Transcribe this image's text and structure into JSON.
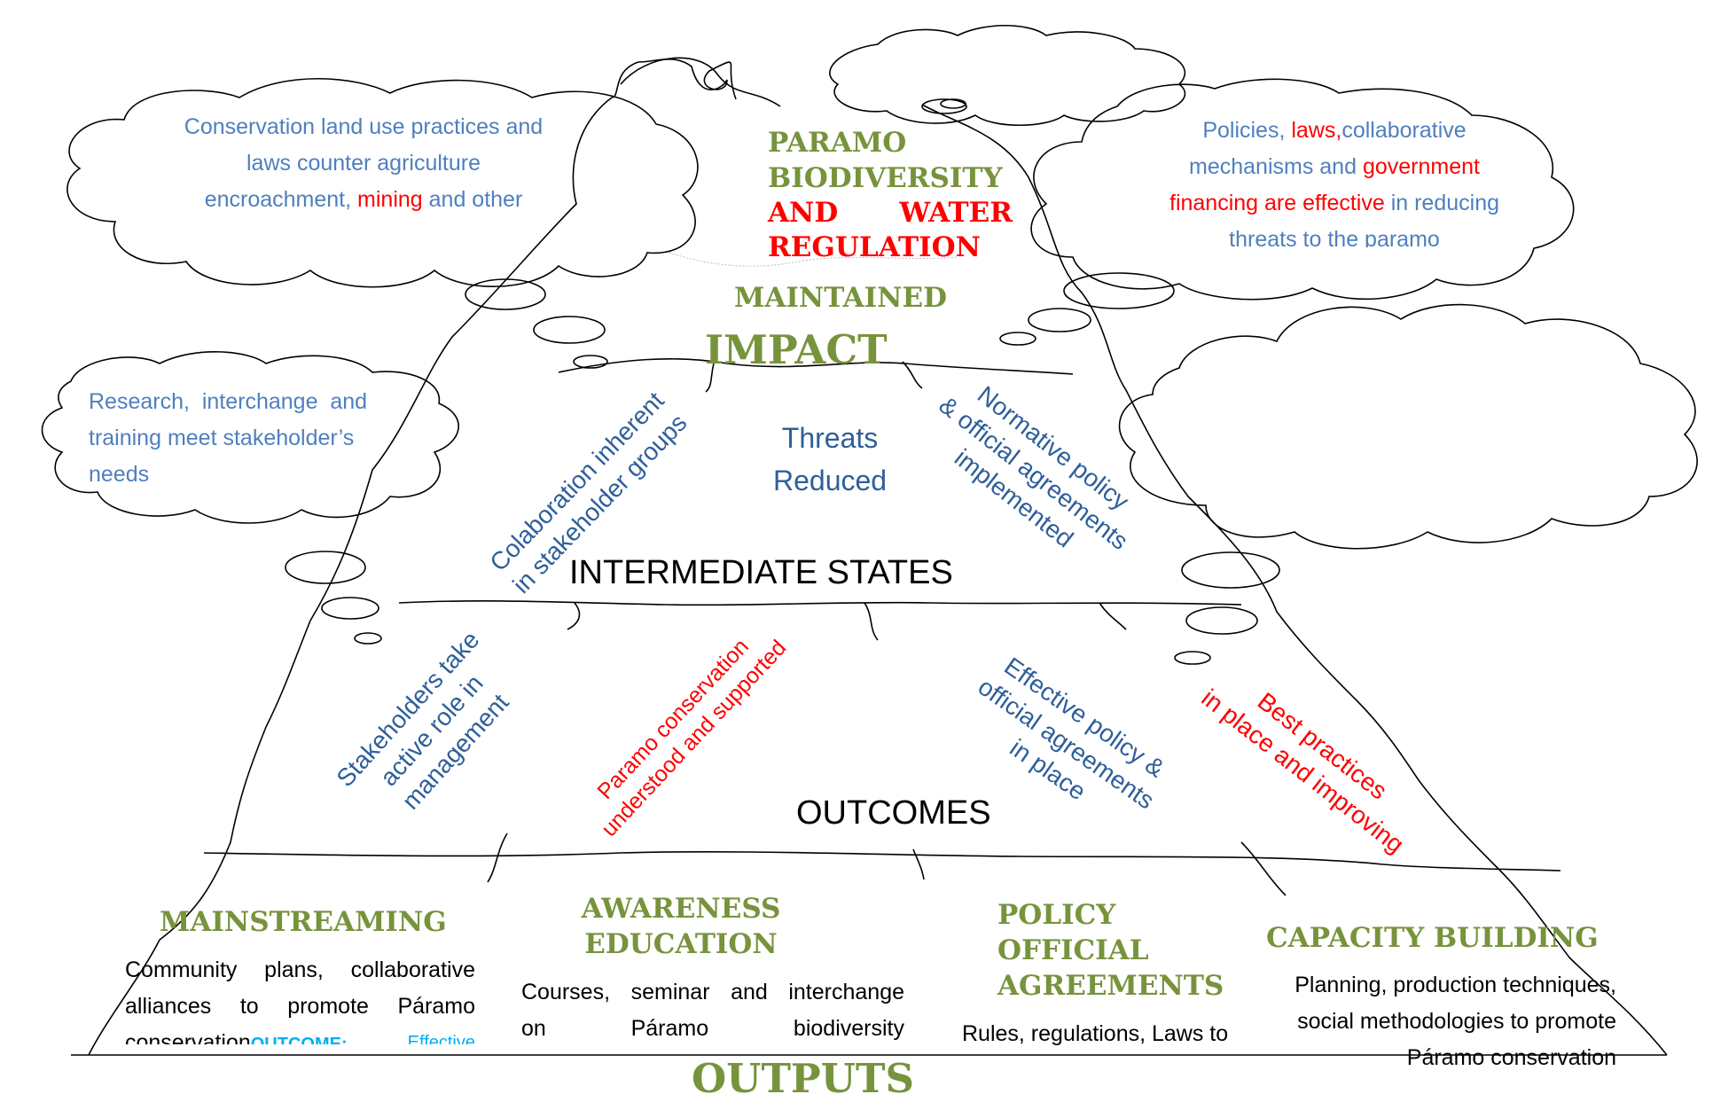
{
  "impact": {
    "heading": "IMPACT",
    "goal_line1": "PARAMO",
    "goal_line2": "BIODIVERSITY",
    "goal_line3_a": "AND",
    "goal_line3_b": "WATER",
    "goal_line4": "REGULATION",
    "goal_line5": "MAINTAINED"
  },
  "clouds": {
    "top_left": {
      "line1": "Conservation land use practices and",
      "line2": "laws counter agriculture",
      "line3_a": "encroachment, ",
      "line3_b": "mining",
      "line3_c": " and other"
    },
    "top_right": {
      "line1_a": "Policies,  ",
      "line1_b": "laws,",
      "line1_c": "collaborative",
      "line2_a": "mechanisms and ",
      "line2_b": "government",
      "line3_a": "financing are effective",
      "line3_b": " in reducing",
      "line4": "threats to the paramo"
    },
    "mid_left": {
      "line1": "Research,  interchange  and",
      "line2": "training meet stakeholder’s",
      "line3": "needs"
    }
  },
  "intermediate_states": {
    "heading": "INTERMEDIATE STATES",
    "collaboration_line1": "Colaboration inherent",
    "collaboration_line2": "in stakeholder groups",
    "threats_line1": "Threats",
    "threats_line2": "Reduced",
    "normative_line1": "Normative policy",
    "normative_line2": "& official agreements",
    "normative_line3": "implemented"
  },
  "outcomes": {
    "heading": "OUTCOMES",
    "stakeholders_line1": "Stakeholders take",
    "stakeholders_line2": "active role in",
    "stakeholders_line3": "management",
    "paramo_line1": "Paramo conservation",
    "paramo_line2": "understood and supported",
    "policy_line1": "Effective policy &",
    "policy_line2": "official agreements",
    "policy_line3": "in place",
    "best_line1": "Best practices",
    "best_line2": "in place and improving"
  },
  "outputs": {
    "heading": "OUTPUTS",
    "mainstreaming": {
      "title": "MAINSTREAMING",
      "line1": "Community plans, collaborative",
      "line2": "alliances to promote Páramo",
      "line3_a": "conservation",
      "line3_b": "OUTCOME:",
      "line3_c": "Effective"
    },
    "awareness": {
      "title_line1": "AWARENESS",
      "title_line2": "EDUCATION",
      "line1": "Courses, seminar and interchange",
      "line2_a": "on",
      "line2_b": "Páramo",
      "line2_c": "biodiversity"
    },
    "policy": {
      "title_line1": "POLICY",
      "title_line2": "OFFICIAL",
      "title_line3": "AGREEMENTS",
      "line1": "Rules, regulations, Laws to"
    },
    "capacity": {
      "title": "CAPACITY BUILDING",
      "line1": "Planning, production techniques,",
      "line2": "social methodologies to promote",
      "line3": "Páramo conservation"
    }
  },
  "colors": {
    "green_heading": "#77933c",
    "blue_text": "#4f7fbf",
    "dark_blue_text": "#2e5f9a",
    "red_text": "#ff0000",
    "cyan_text": "#00b0f0"
  }
}
